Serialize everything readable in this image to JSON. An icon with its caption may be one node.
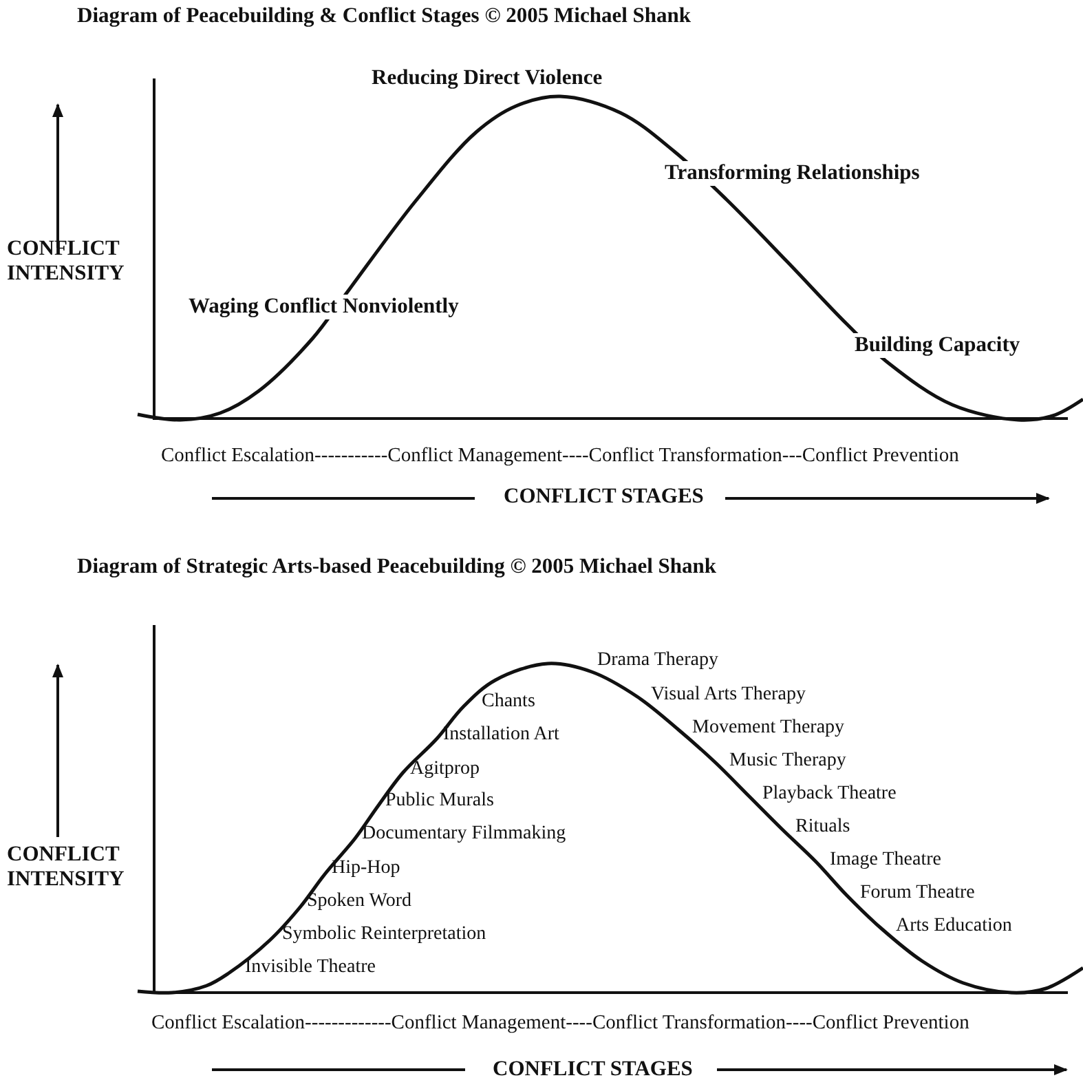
{
  "diagram": {
    "title": "Diagram of Peacebuilding & Conflict Stages © 2005 Michael Shank",
    "labels": [
      "Reducing Direct Violence",
      "Transforming Relationships",
      "CONFLICT INTENSITY",
      "Waging Conflict Nonviolently",
      "Building Capacity",
      "Conflict Escalation-----------Conflict Management----Conflict Transformation---Conflict Prevention",
      "CONFLICT STAGES",
      "Diagram of Strategic Arts-based Peacebuilding © 2005 Michael Shank",
      "Drama Therapy",
      "Chants",
      "Visual Arts Therapy",
      "Installation Art",
      "Movement Therapy",
      "Agitprop",
      "Music Therapy",
      "Public Murals",
      "Playback Theatre",
      "Documentary Filmmaking",
      "Rituals",
      "CONFLICT INTENSITY",
      "Hip-Hop",
      "Image Theatre",
      "Spoken Word",
      "Forum Theatre",
      "Symbolic Reinterpretation",
      "Arts Education",
      "Invisible Theatre",
      "Conflict Escalation-------------Conflict Management----Conflict Transformation----Conflict Prevention",
      "CONFLICT STAGES"
    ]
  }
}
